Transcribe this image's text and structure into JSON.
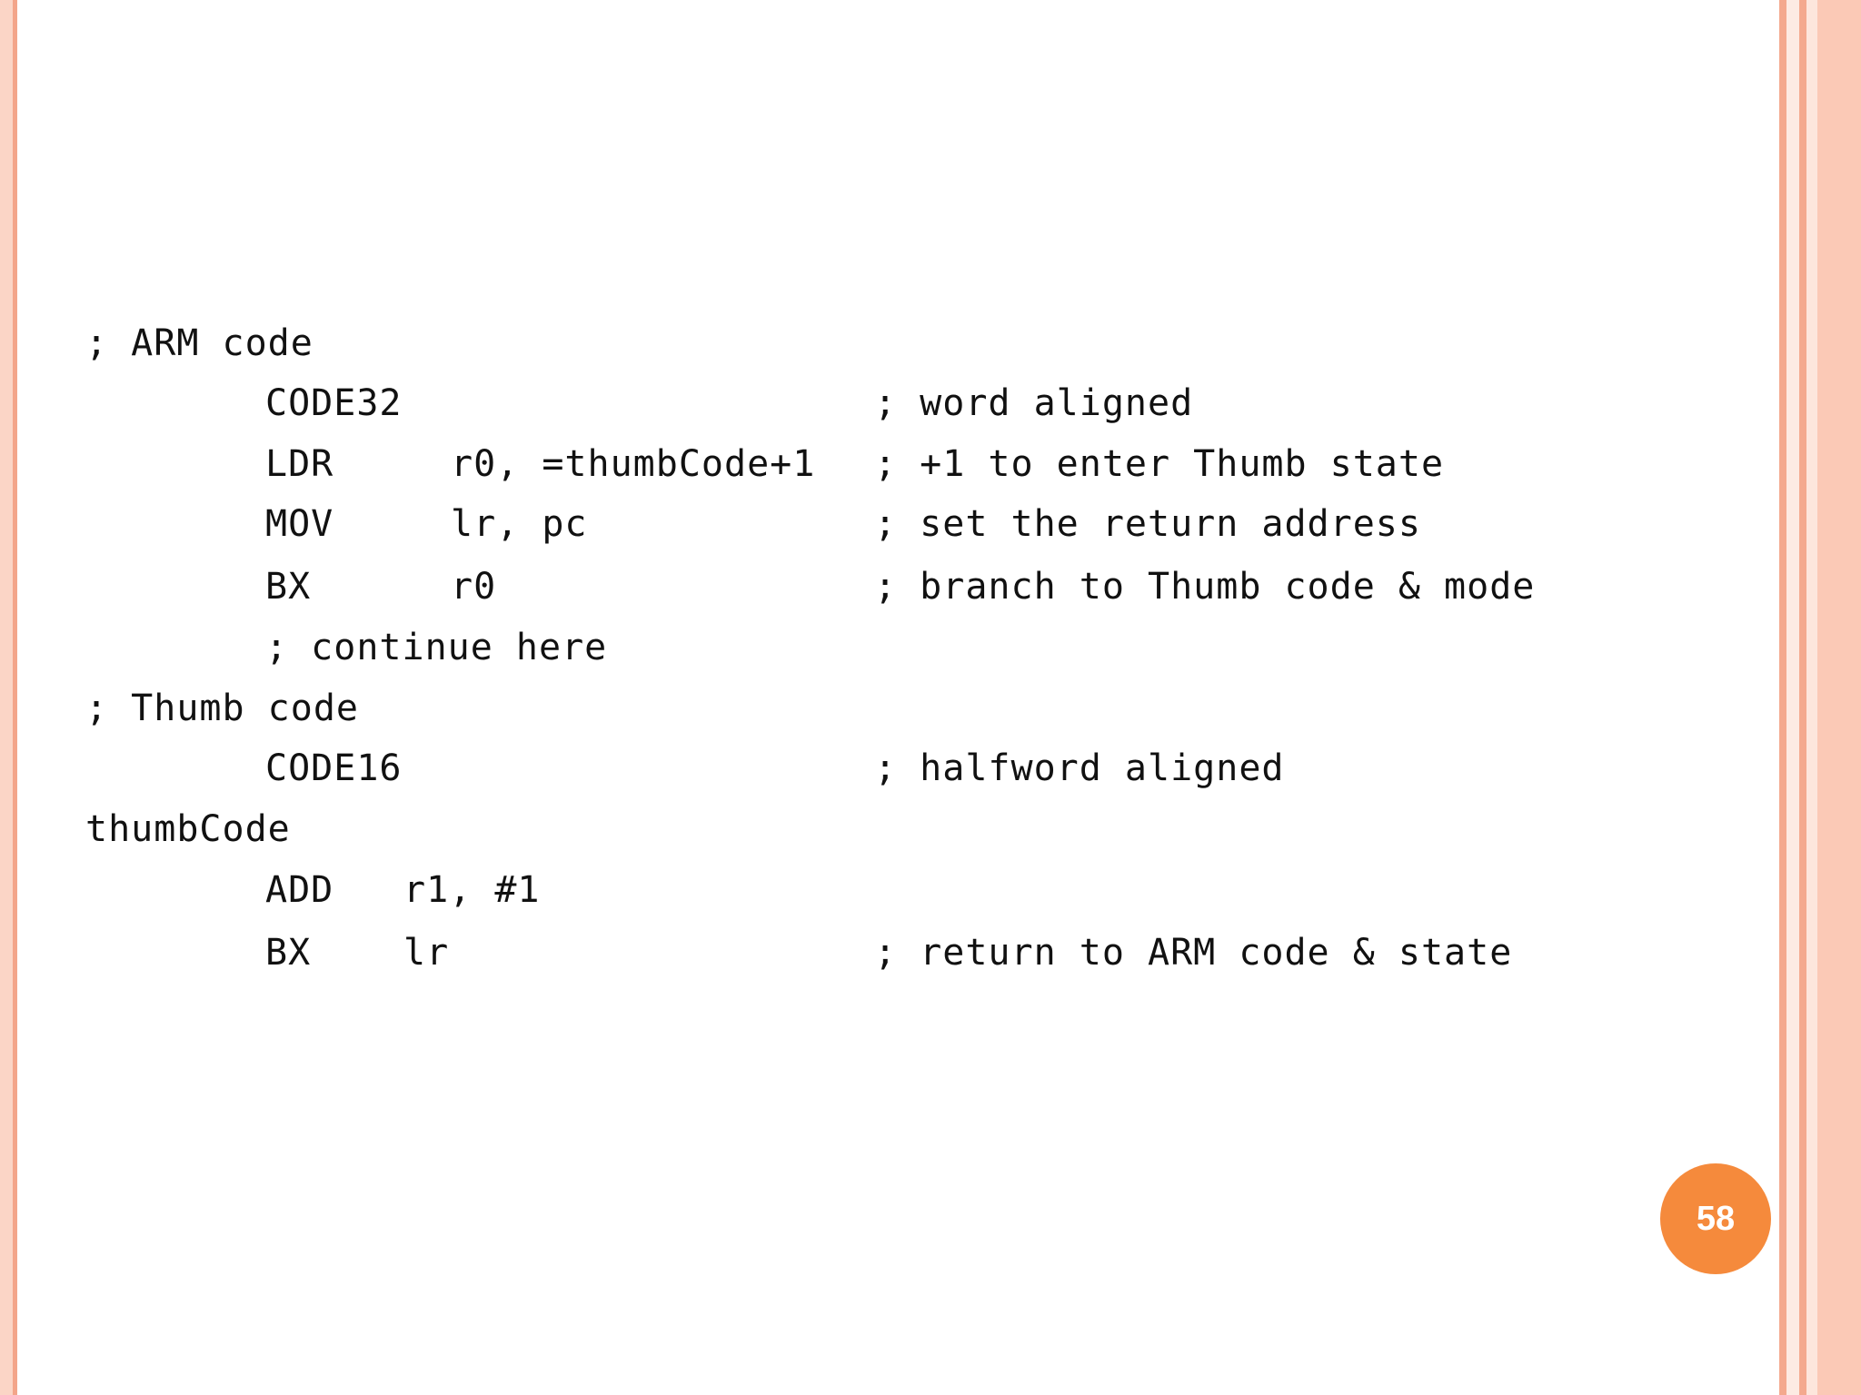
{
  "code": {
    "arm_comment": "; ARM code",
    "code32": "CODE32",
    "code32_comment": "; word aligned",
    "ldr_op": "LDR",
    "ldr_args": "r0, =thumbCode+1",
    "ldr_comment": "; +1 to enter Thumb state",
    "mov_op": "MOV",
    "mov_args": "lr, pc",
    "mov_comment": "; set the return address",
    "bx1_op": "BX",
    "bx1_args": "r0",
    "bx1_comment": "; branch to Thumb code & mode",
    "continue_comment": "; continue here",
    "thumb_comment": "; Thumb code",
    "code16": "CODE16",
    "code16_comment": "; halfword aligned",
    "thumb_label": "thumbCode",
    "add_op": "ADD",
    "add_args": "r1, #1",
    "bx2_op": "BX",
    "bx2_args": "lr",
    "bx2_comment": "; return to ARM code & state"
  },
  "page_number": "58",
  "colors": {
    "badge": "#f58a3c",
    "border_accent": "#f4a98e"
  }
}
